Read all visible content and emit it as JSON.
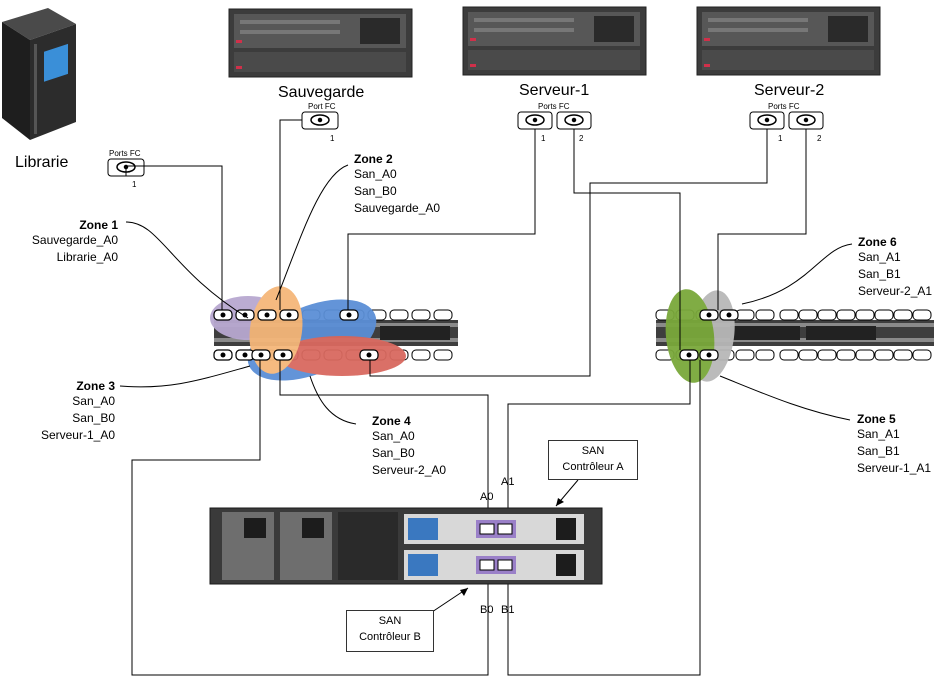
{
  "devices": {
    "library": "Librarie",
    "backup": "Sauvegarde",
    "server1": "Serveur-1",
    "server2": "Serveur-2"
  },
  "fc_ports": {
    "library": {
      "label": "Ports FC",
      "ports": [
        "1"
      ]
    },
    "backup": {
      "label": "Port FC",
      "ports": [
        "1"
      ]
    },
    "server1": {
      "label": "Ports FC",
      "ports": [
        "1",
        "2"
      ]
    },
    "server2": {
      "label": "Ports FC",
      "ports": [
        "1",
        "2"
      ]
    }
  },
  "zones": [
    {
      "title": "Zone 1",
      "members": [
        "Sauvegarde_A0",
        "Librarie_A0"
      ],
      "color": "#b8a8d0"
    },
    {
      "title": "Zone 2",
      "members": [
        "San_A0",
        "San_B0",
        "Sauvegarde_A0"
      ],
      "color": "#f5b77a"
    },
    {
      "title": "Zone 3",
      "members": [
        "San_A0",
        "San_B0",
        "Serveur-1_A0"
      ],
      "color": "#5b8fd6"
    },
    {
      "title": "Zone 4",
      "members": [
        "San_A0",
        "San_B0",
        "Serveur-2_A0"
      ],
      "color": "#d9695f"
    },
    {
      "title": "Zone 5",
      "members": [
        "San_A1",
        "San_B1",
        "Serveur-1_A1"
      ],
      "color": "#7aa83a"
    },
    {
      "title": "Zone 6",
      "members": [
        "San_A1",
        "San_B1",
        "Serveur-2_A1"
      ],
      "color": "#b8b8b8"
    }
  ],
  "san": {
    "controller_a": "SAN\nContrôleur A",
    "controller_a_line1": "SAN",
    "controller_a_line2": "Contrôleur A",
    "controller_b_line1": "SAN",
    "controller_b_line2": "Contrôleur B",
    "ports": {
      "a0": "A0",
      "a1": "A1",
      "b0": "B0",
      "b1": "B1"
    }
  }
}
